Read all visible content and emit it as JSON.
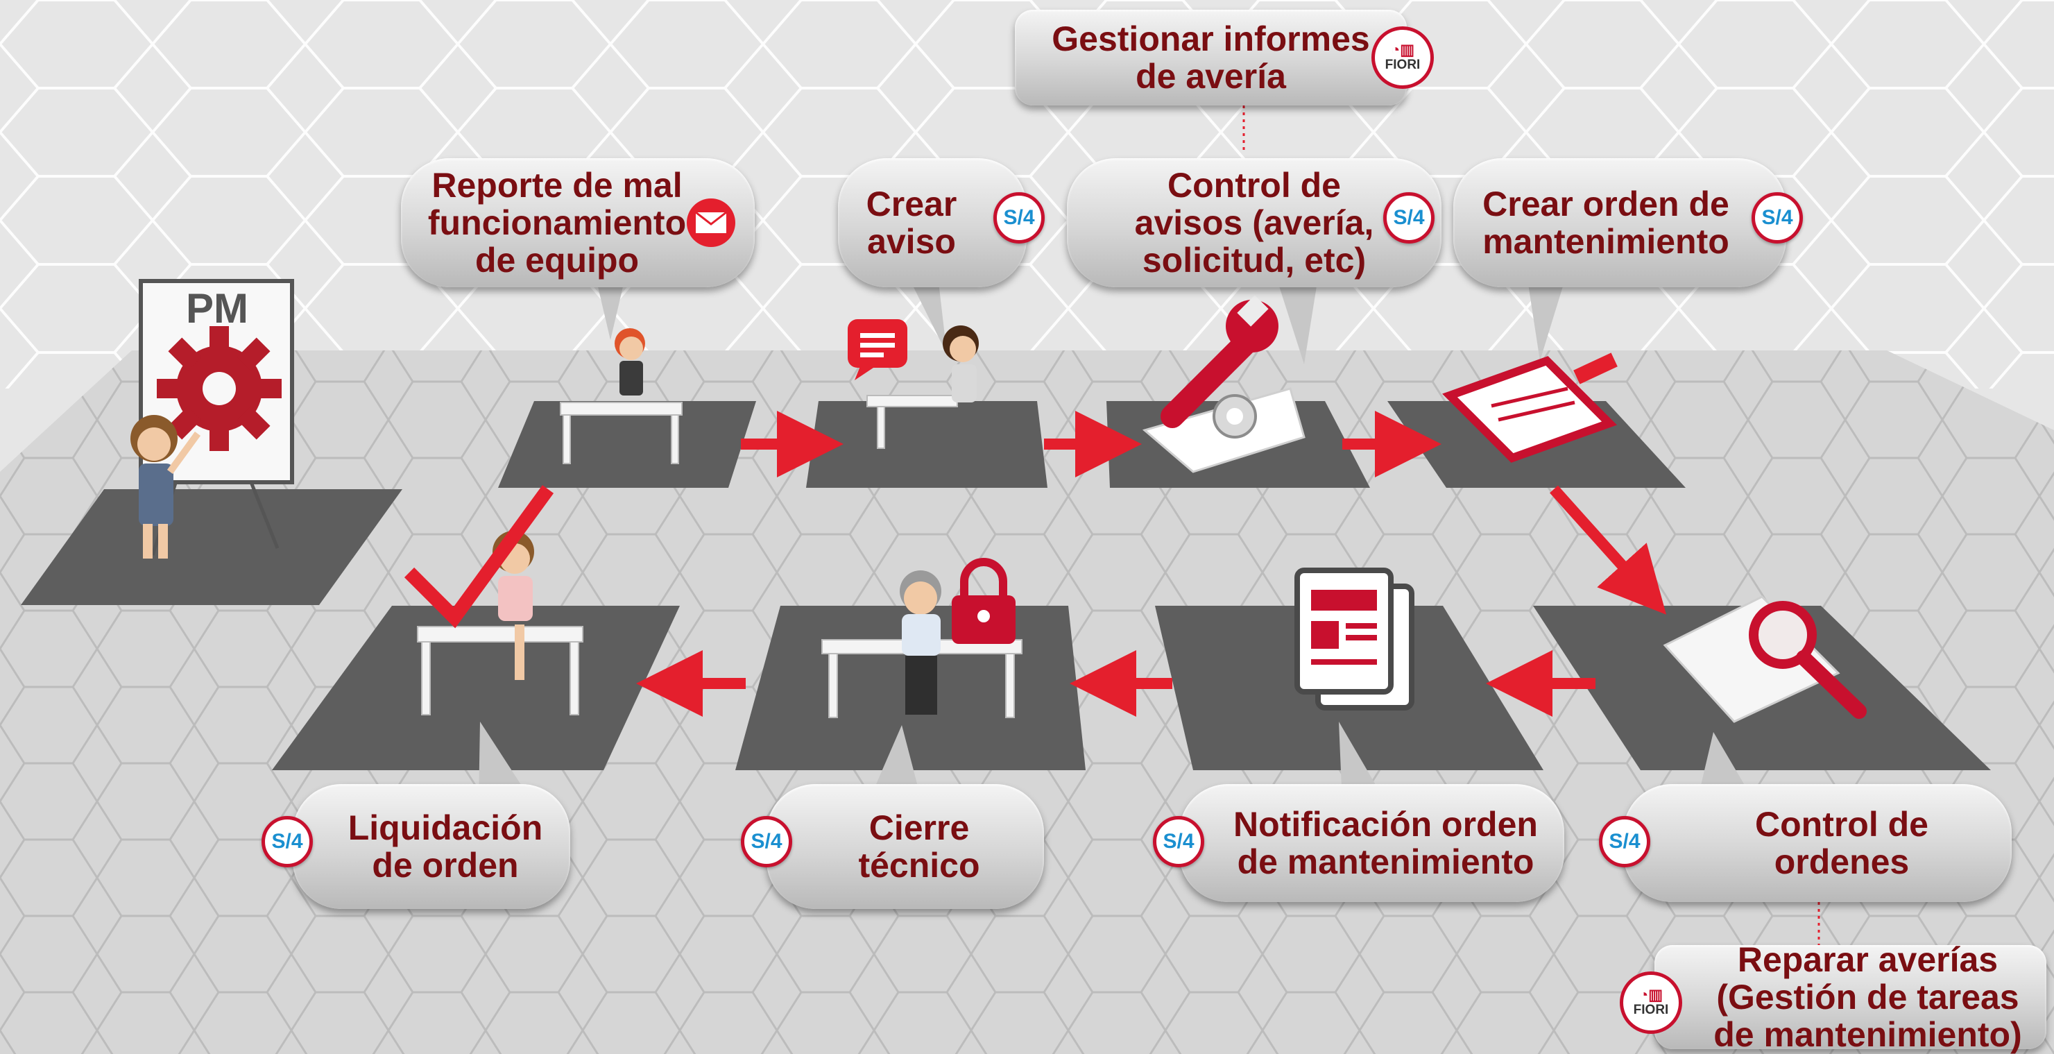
{
  "board": {
    "label": "PM"
  },
  "steps": [
    {
      "id": "reporte",
      "text": "Reporte de mal\nfuncionamiento\nde equipo",
      "icon": "envelope-icon"
    },
    {
      "id": "crear-aviso",
      "text": "Crear\naviso",
      "badge": "S/4"
    },
    {
      "id": "control-avisos",
      "text": "Control de\navisos (avería,\nsolicitud, etc)",
      "badge": "S/4"
    },
    {
      "id": "crear-orden",
      "text": "Crear orden de\nmantenimiento",
      "badge": "S/4"
    },
    {
      "id": "control-ordenes",
      "text": "Control de\nordenes",
      "badge": "S/4"
    },
    {
      "id": "notificacion",
      "text": "Notificación  orden\nde mantenimiento",
      "badge": "S/4"
    },
    {
      "id": "cierre",
      "text": "Cierre\ntécnico",
      "badge": "S/4"
    },
    {
      "id": "liquidacion",
      "text": "Liquidación\nde orden",
      "badge": "S/4"
    }
  ],
  "fiori_apps": [
    {
      "id": "gestionar",
      "text": "Gestionar informes\nde avería",
      "badge": "FIORI"
    },
    {
      "id": "reparar",
      "text": "Reparar averías\n(Gestión de tareas\nde mantenimiento)",
      "badge": "FIORI"
    }
  ],
  "colors": {
    "accent": "#c8102e",
    "text": "#7a0e12",
    "tile": "#5b5b5b",
    "floor": "#d2d2d2"
  }
}
